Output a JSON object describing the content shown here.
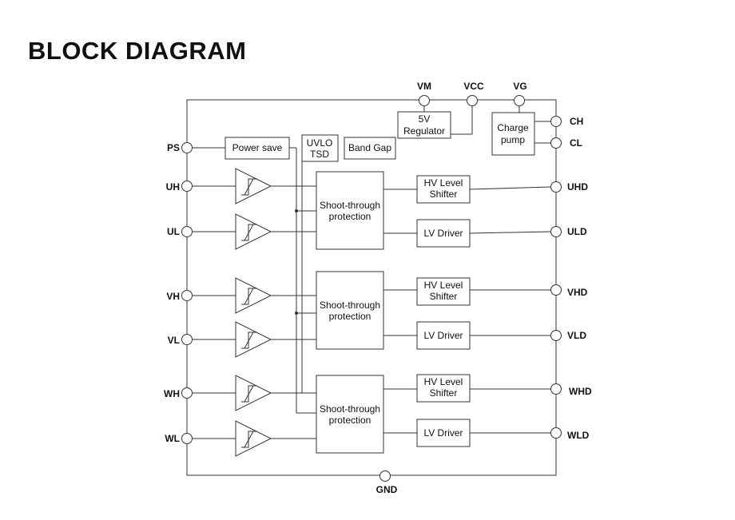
{
  "title": "BLOCK DIAGRAM",
  "pins": {
    "vm": "VM",
    "vcc": "VCC",
    "vg": "VG",
    "ch": "CH",
    "cl": "CL",
    "ps": "PS",
    "uh": "UH",
    "ul": "UL",
    "vh": "VH",
    "vl": "VL",
    "wh": "WH",
    "wl": "WL",
    "uhd": "UHD",
    "uld": "ULD",
    "vhd": "VHD",
    "vld": "VLD",
    "whd": "WHD",
    "wld": "WLD",
    "gnd": "GND"
  },
  "blocks": {
    "regulator": [
      "5V",
      "Regulator"
    ],
    "charge_pump": [
      "Charge",
      "pump"
    ],
    "power_save": "Power save",
    "uvlo": [
      "UVLO",
      "TSD"
    ],
    "band_gap": "Band Gap",
    "shoot_through": [
      "Shoot-through",
      "protection"
    ],
    "hv_level_shifter": [
      "HV Level",
      "Shifter"
    ],
    "lv_driver": "LV Driver"
  }
}
